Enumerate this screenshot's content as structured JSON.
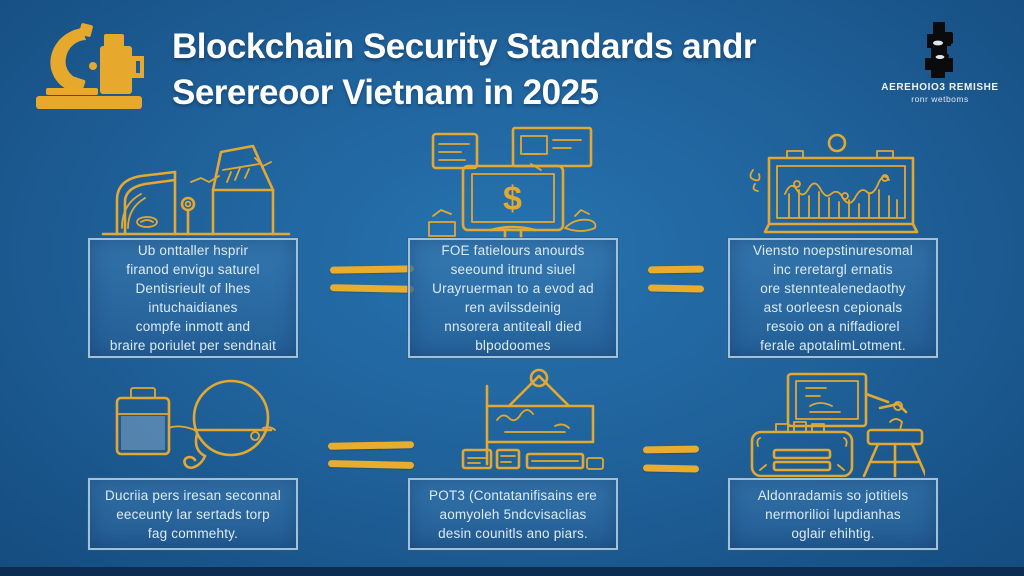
{
  "header": {
    "title_text": "Blockchain Security Standards andr\nSerereoor Vietnam in 2025",
    "header_icon": "microscope-machine-icon",
    "logo_icon": "publisher-shield-icon",
    "logo_line1": "AEREHOIO3 REMISHE",
    "logo_line2": "ronr wetboms"
  },
  "cards": [
    {
      "icon": "factory-machine-icon",
      "text": "Ub onttaller hsprir\nfiranod envigu saturel\nDentisrieult of lhes\nintuchaidianes\ncompfe inmott and\nbraire poriulet per sendnait"
    },
    {
      "icon": "monitor-dollar-icon",
      "text": "FOE fatielours anourds\nseeound itrund siuel\nUrayruerman to a evod ad\nren avilssdeinig\nnnsorera antiteall died\nblpodoomes"
    },
    {
      "icon": "chart-screen-icon",
      "text": "Viensto noepstinuresomal\ninc reretargl ernatis\nore stenntealenedaothy\nast oorleesn cepionals\nresoio on a niffadiorel\nferale apotalimLotment."
    },
    {
      "icon": "helmet-hose-icon",
      "text": "Ducriia pers iresan seconnal\neeceunty lar sertads torp\nfag commehty."
    },
    {
      "icon": "flag-alert-icon",
      "text": "POT3 (Contatanifisains ere\naomyoleh 5ndcvisaclias\ndesin counitls ano piars."
    },
    {
      "icon": "equipment-case-icon",
      "text": "Aldonradamis so jotitiels\nnermorilioi lupdianhas\noglair ehihtig."
    }
  ],
  "connectors": {
    "symbol": "equals-sign",
    "count": 4
  },
  "colors": {
    "background_center": "#2673b0",
    "background_edge": "#124573",
    "gold_accent": "#e3a832",
    "box_fill": "#2e6da7",
    "box_border": "#9fc2da",
    "box_text": "#dcebf7",
    "title_text": "#ffffff",
    "bottom_bar": "#0d2c52",
    "logo_black": "#0b0b0d"
  }
}
